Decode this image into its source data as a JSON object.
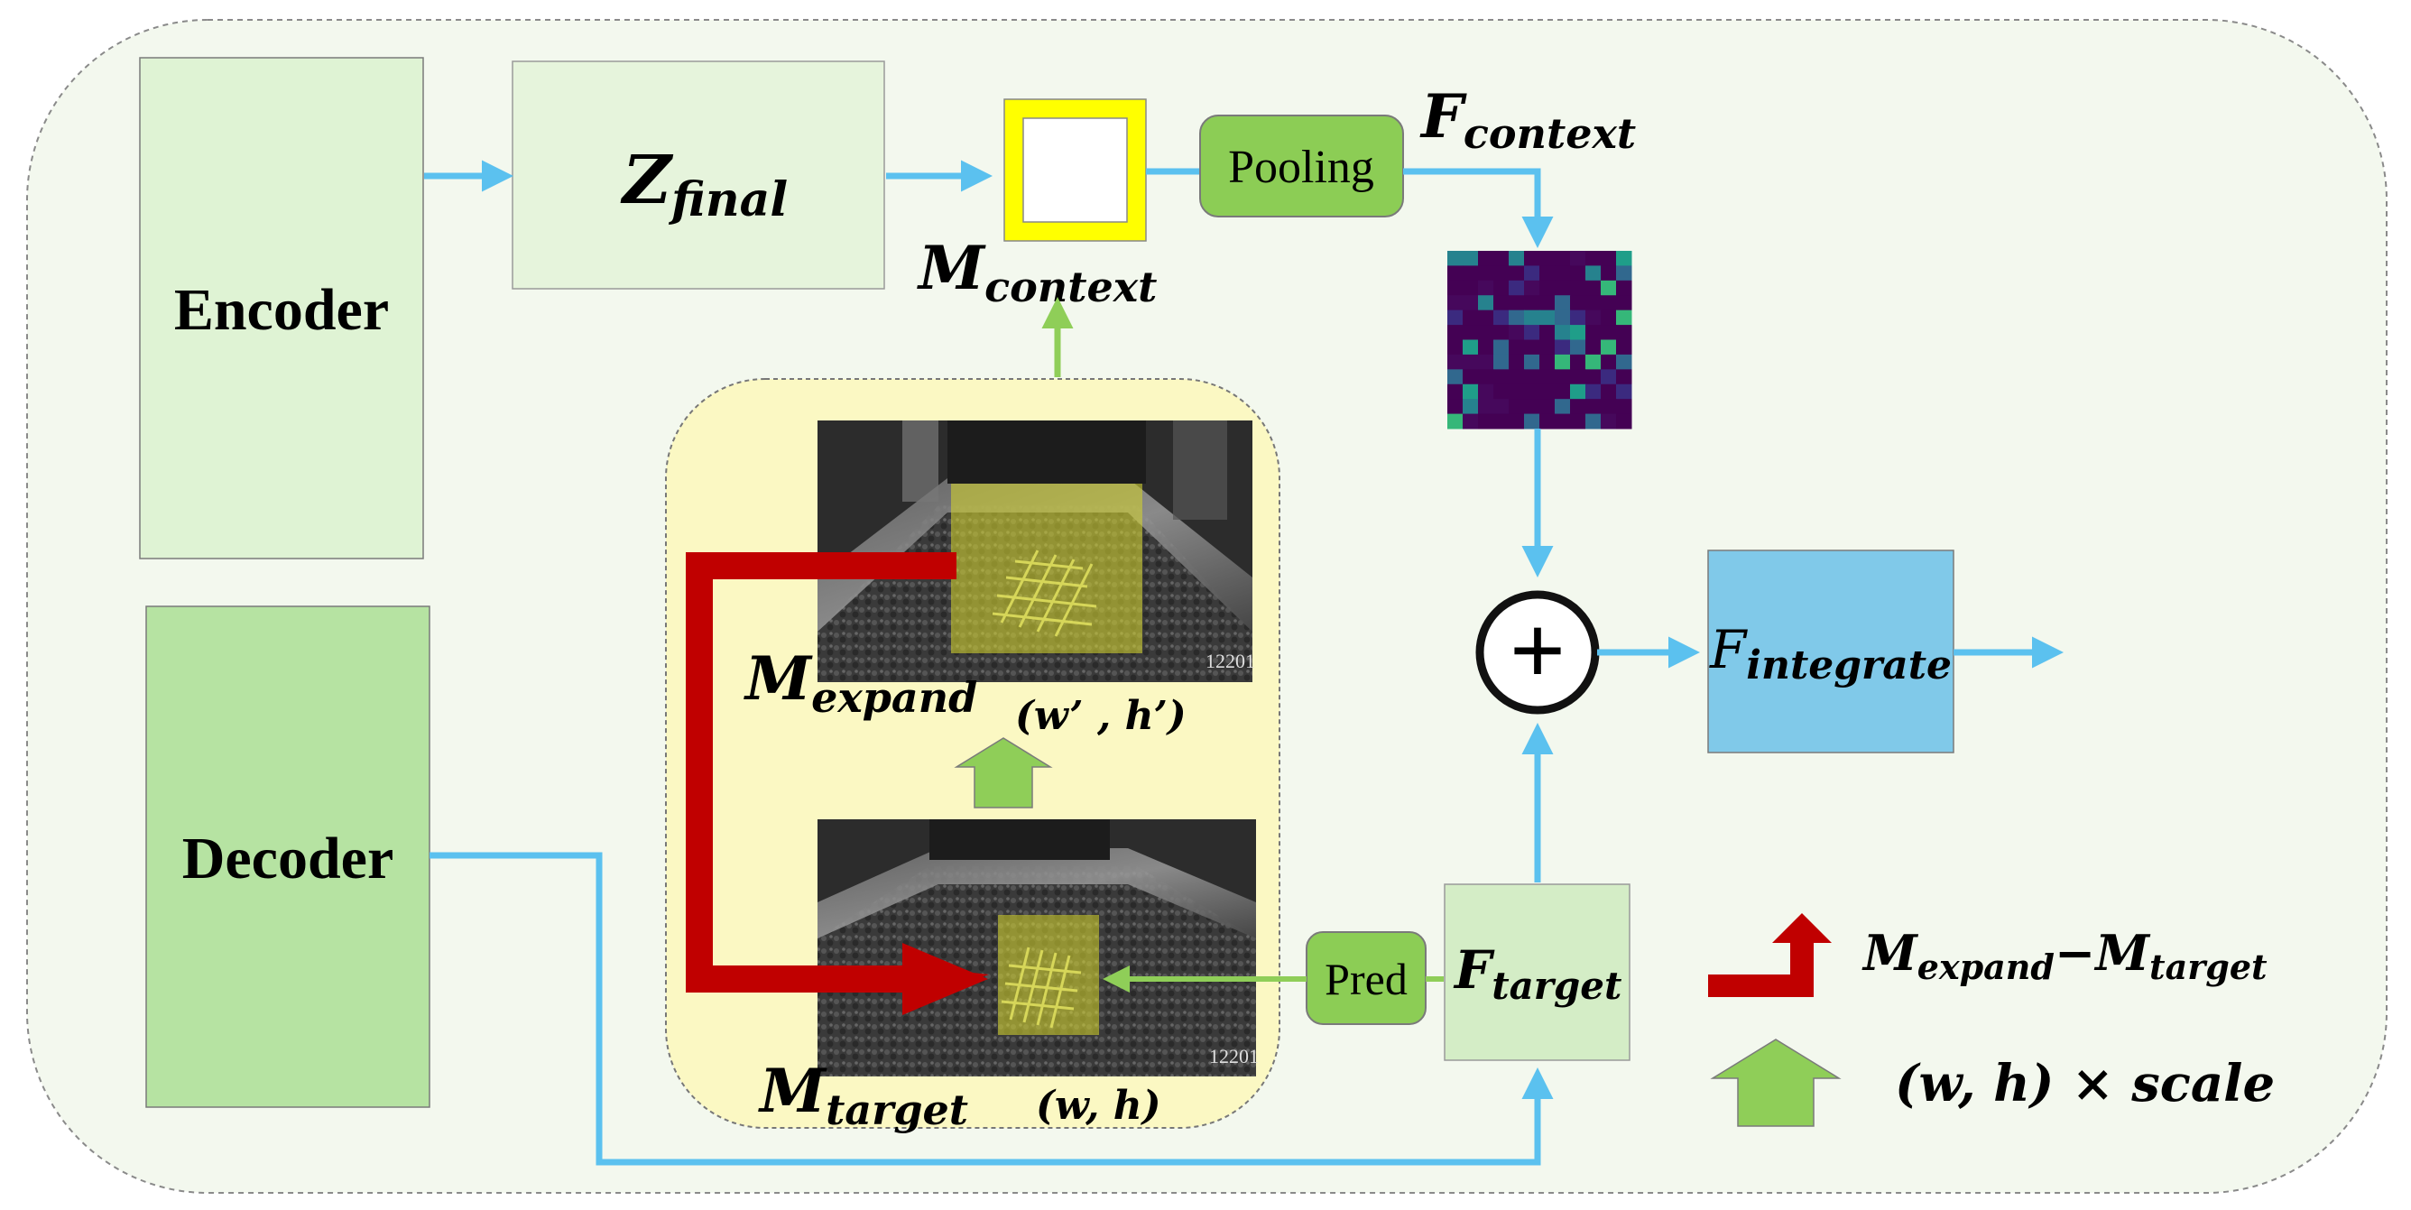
{
  "blocks": {
    "encoder": "Encoder",
    "decoder": "Decoder",
    "pooling": "Pooling",
    "pred": "Pred"
  },
  "math": {
    "z_final": {
      "base": "Z",
      "sub": "final"
    },
    "f_context": {
      "base": "F",
      "sub": "context"
    },
    "m_context": {
      "base": "M",
      "sub": "context"
    },
    "f_integrate": {
      "base": "F",
      "sub": "integrate"
    },
    "m_expand": {
      "base": "M",
      "sub": "expand"
    },
    "m_target": {
      "base": "M",
      "sub": "target"
    },
    "f_target": {
      "base": "F",
      "sub": "target"
    },
    "expand_size": "(w’ , h’)",
    "target_size": "(w, h)",
    "plus": "+"
  },
  "legend": {
    "red_arrow_label": {
      "a": "M",
      "a_sub": "expand",
      "minus": "−",
      "b": "M",
      "b_sub": "target"
    },
    "green_arrow_label": "(w, h) × scale"
  },
  "images": {
    "frame_number_top": "12201",
    "frame_number_bottom": "12201"
  },
  "colors": {
    "outer_bg": "#f3f8ee",
    "encoder_fill": "#dff3d4",
    "decoder_fill": "#b6e3a2",
    "z_final_fill": "#e6f4dc",
    "yellow_panel": "#fbf8c3",
    "pooling_fill": "#8ccd55",
    "f_target_fill": "#d4edc6",
    "f_integrate_fill": "#80c9e9",
    "blue_arrow": "#5bc1ef",
    "green_arrow": "#8fce58",
    "red_arrow": "#c00000",
    "m_context_border": "#ffff00"
  }
}
